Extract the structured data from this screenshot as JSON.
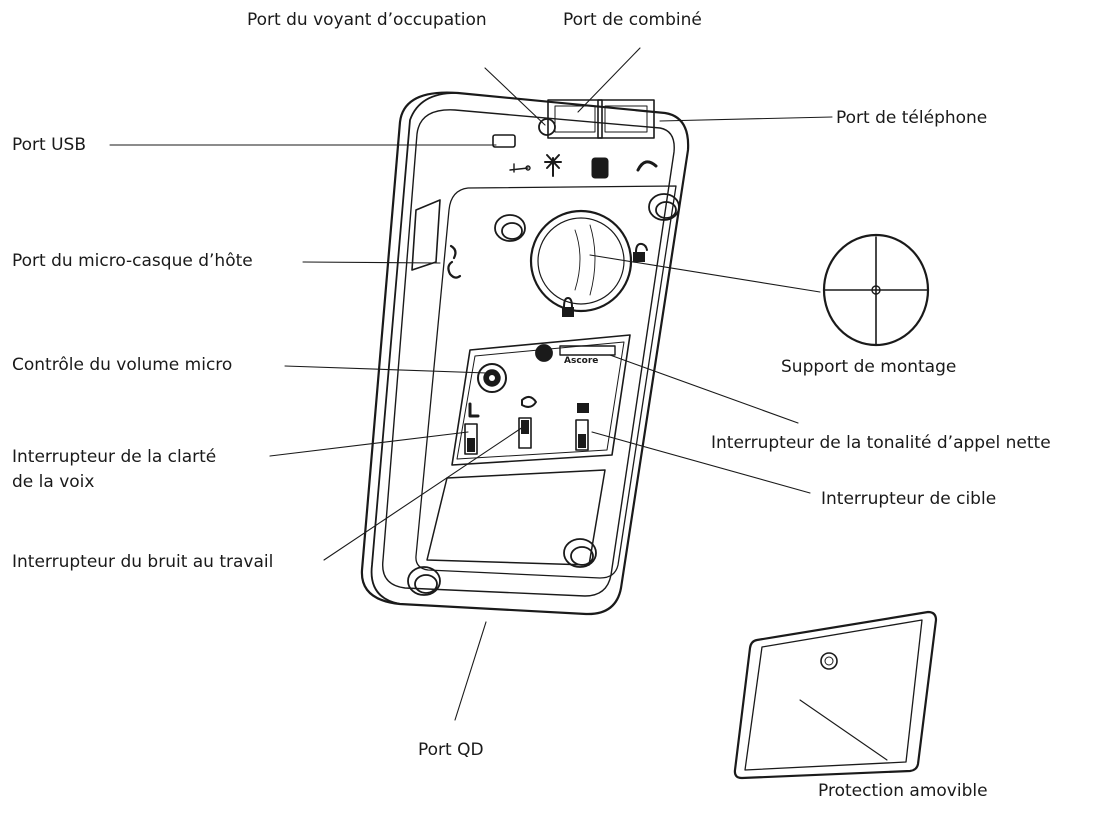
{
  "labels": {
    "busy_light_port": "Port du voyant d’occupation",
    "handset_port": "Port de combiné",
    "phone_port": "Port de téléphone",
    "usb_port": "Port USB",
    "host_headset_port": "Port du micro-casque d’hôte",
    "mic_volume_control": "Contrôle du volume micro",
    "voice_clarity_switch_line1": "Interrupteur de la clarté",
    "voice_clarity_switch_line2": "de la voix",
    "work_noise_switch": "Interrupteur du bruit au travail",
    "qd_port": "Port QD",
    "mounting_bracket": "Support de montage",
    "clear_tone_switch": "Interrupteur de la tonalité d’appel nette",
    "target_switch": "Interrupteur de cible",
    "removable_cover": "Protection amovible"
  },
  "device_markings": {
    "ascore": "Ascore"
  },
  "icons": [
    "usb-icon",
    "busy-light-icon",
    "handset-icon",
    "phone-icon",
    "headset-icon",
    "lock-icon",
    "unlock-icon"
  ],
  "colors": {
    "line": "#1a1a1a",
    "background": "#ffffff"
  }
}
